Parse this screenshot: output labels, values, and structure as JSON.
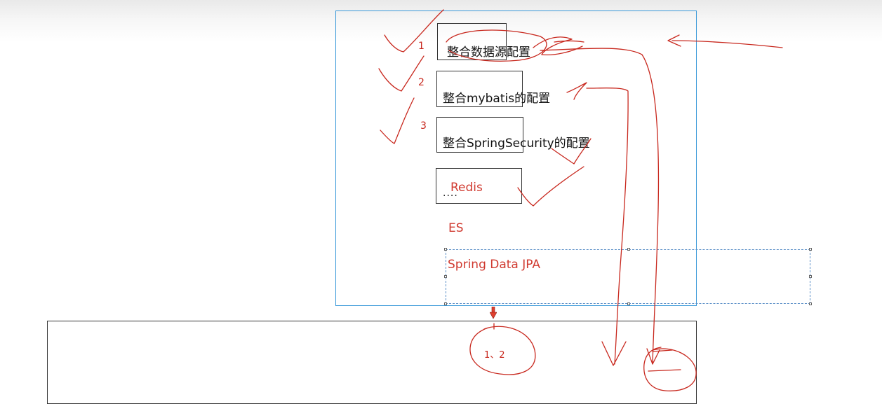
{
  "config_boxes": {
    "datasource": "整合数据源配置",
    "mybatis": "整合mybatis的配置",
    "security": "整合SpringSecurity的配置",
    "more": "...."
  },
  "red_labels": {
    "redis": "Redis",
    "es": "ES",
    "jpa": "Spring Data JPA"
  },
  "annotations": {
    "n1": "1",
    "n2": "2",
    "n3": "3",
    "circle_label": "1、2"
  },
  "colors": {
    "outer_border": "#3b9ad9",
    "annotation_ink": "#c8281e",
    "red_text": "#d03a30",
    "arrow_fill": "#e04030"
  }
}
